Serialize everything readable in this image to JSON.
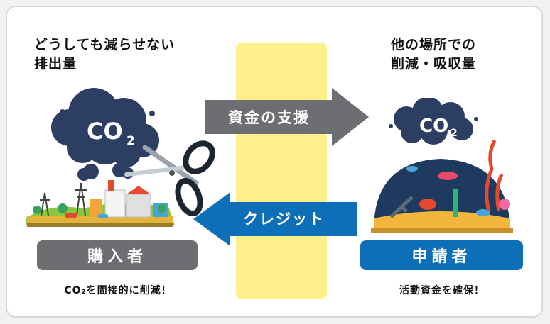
{
  "left": {
    "heading_line1": "どうしても減らせない",
    "heading_line2": "排出量",
    "cloud_label": "CO",
    "cloud_sub": "2",
    "pill_label": "購入者",
    "caption": "CO₂を間接的に削減！"
  },
  "right": {
    "heading_line1": "他の場所での",
    "heading_line2": "削減・吸収量",
    "cloud_label": "CO",
    "cloud_sub": "2",
    "pill_label": "申請者",
    "caption": "活動資金を確保！"
  },
  "arrows": {
    "funding_label": "資金の支援",
    "credit_label": "クレジット"
  },
  "colors": {
    "cloud_dark": "#2d3e63",
    "arrow_gray": "#6d6e71",
    "arrow_blue": "#0d6fb8",
    "band_yellow": "#fdf08a"
  }
}
